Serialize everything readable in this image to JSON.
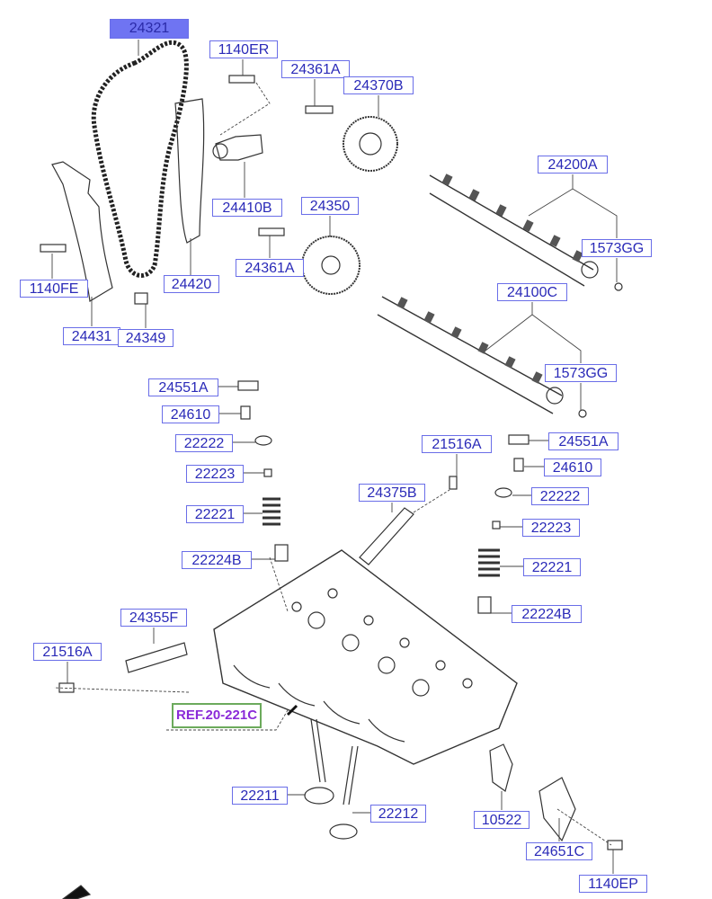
{
  "diagram": {
    "labels": [
      {
        "id": "p24321",
        "text": "24321",
        "highlighted": true
      },
      {
        "id": "p1140ER",
        "text": "1140ER"
      },
      {
        "id": "p24361A_1",
        "text": "24361A"
      },
      {
        "id": "p24370B",
        "text": "24370B"
      },
      {
        "id": "p24200A",
        "text": "24200A"
      },
      {
        "id": "p24410B",
        "text": "24410B"
      },
      {
        "id": "p24350",
        "text": "24350"
      },
      {
        "id": "p1573GG_1",
        "text": "1573GG"
      },
      {
        "id": "p24361A_2",
        "text": "24361A"
      },
      {
        "id": "p1140FE",
        "text": "1140FE"
      },
      {
        "id": "p24420",
        "text": "24420"
      },
      {
        "id": "p24100C",
        "text": "24100C"
      },
      {
        "id": "p24431",
        "text": "24431"
      },
      {
        "id": "p24349",
        "text": "24349"
      },
      {
        "id": "p1573GG_2",
        "text": "1573GG"
      },
      {
        "id": "p24551A_1",
        "text": "24551A"
      },
      {
        "id": "p24610_1",
        "text": "24610"
      },
      {
        "id": "p22222_1",
        "text": "22222"
      },
      {
        "id": "p21516A_1",
        "text": "21516A"
      },
      {
        "id": "p24551A_2",
        "text": "24551A"
      },
      {
        "id": "p22223_1",
        "text": "22223"
      },
      {
        "id": "p24610_2",
        "text": "24610"
      },
      {
        "id": "p24375B",
        "text": "24375B"
      },
      {
        "id": "p22222_2",
        "text": "22222"
      },
      {
        "id": "p22221_1",
        "text": "22221"
      },
      {
        "id": "p22223_2",
        "text": "22223"
      },
      {
        "id": "p22224B_1",
        "text": "22224B"
      },
      {
        "id": "p22221_2",
        "text": "22221"
      },
      {
        "id": "p24355F",
        "text": "24355F"
      },
      {
        "id": "p22224B_2",
        "text": "22224B"
      },
      {
        "id": "p21516A_2",
        "text": "21516A"
      },
      {
        "id": "p22211",
        "text": "22211"
      },
      {
        "id": "p22212",
        "text": "22212"
      },
      {
        "id": "p10522",
        "text": "10522"
      },
      {
        "id": "p24651C",
        "text": "24651C"
      },
      {
        "id": "p1140EP",
        "text": "1140EP"
      }
    ],
    "reference": "REF.20-221C"
  }
}
